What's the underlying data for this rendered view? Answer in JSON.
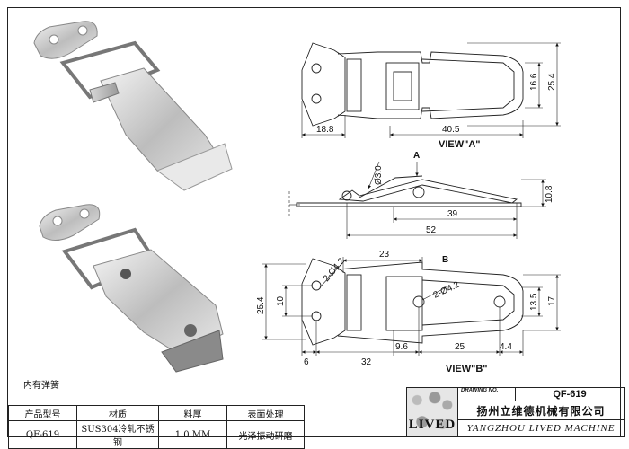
{
  "views": {
    "view_a_label": "VIEW\"A\"",
    "view_b_label": "VIEW\"B\"",
    "arrow_a": "A",
    "arrow_b": "B"
  },
  "dimensions": {
    "top_width": "40.5",
    "top_left": "18.8",
    "top_inner_height": "16.6",
    "top_outer_height": "25.4",
    "side_diameter": "Ø3.0",
    "side_height": "10.8",
    "side_width": "39",
    "side_total": "52",
    "bottom_top": "23",
    "bottom_hole_left": "2-Ø4.2",
    "bottom_hole_right": "2-Ø4.2",
    "bottom_outer_height": "25.4",
    "bottom_pitch": "10",
    "bottom_inner_height": "13.5",
    "bottom_right_height": "17",
    "bottom_a": "6",
    "bottom_b": "32",
    "bottom_c": "9.6",
    "bottom_d": "25",
    "bottom_e": "4.4"
  },
  "note": "内有弹簧",
  "spec_table": {
    "headers": [
      "产品型号",
      "材质",
      "料厚",
      "表面处理"
    ],
    "values": [
      "QF-619",
      "SUS304冷轧不锈钢",
      "1.0 MM",
      "光泽振动研磨"
    ]
  },
  "title_block": {
    "logo_text": "LIVED",
    "drawing_no_label": "DRAWING NO.",
    "drawing_no": "QF-619",
    "company_cn": "扬州立维德机械有限公司",
    "company_en": "YANGZHOU LIVED MACHINE"
  }
}
